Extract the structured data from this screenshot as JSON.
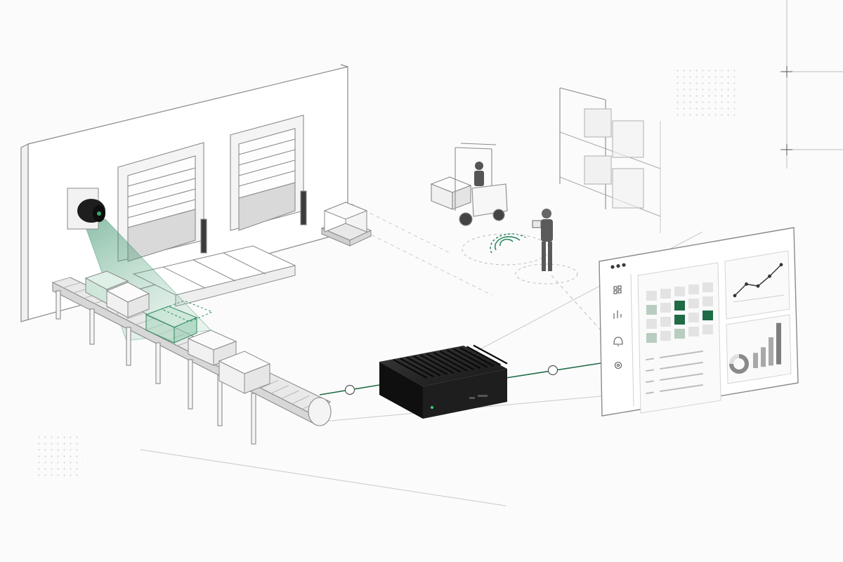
{
  "diagram": {
    "nodes": [
      {
        "id": "camera",
        "icon": "camera-icon"
      },
      {
        "id": "conveyor",
        "icon": "conveyor-icon"
      },
      {
        "id": "loading-dock-left",
        "icon": "roll-door-icon"
      },
      {
        "id": "loading-dock-right",
        "icon": "roll-door-icon"
      },
      {
        "id": "pallet",
        "icon": "pallet-boxes-icon"
      },
      {
        "id": "forklift",
        "icon": "forklift-icon"
      },
      {
        "id": "worker",
        "icon": "worker-tablet-icon"
      },
      {
        "id": "shelving",
        "icon": "shelving-icon"
      },
      {
        "id": "edge-device",
        "icon": "edge-computer-icon"
      },
      {
        "id": "dashboard",
        "icon": "dashboard-window-icon"
      }
    ],
    "edges": [
      {
        "from": "conveyor",
        "to": "edge-device",
        "style": "solid-green"
      },
      {
        "from": "edge-device",
        "to": "dashboard",
        "style": "solid-green"
      },
      {
        "from": "worker",
        "to": "dashboard",
        "style": "dashed-gray"
      },
      {
        "from": "forklift",
        "to": "worker",
        "style": "wireless-signal"
      }
    ],
    "dashboard": {
      "sidebar_icons": [
        "grid-icon",
        "chart-icon",
        "bell-icon",
        "gear-icon"
      ],
      "heatmap": [
        [
          0,
          0,
          0,
          0,
          0
        ],
        [
          1,
          0,
          3,
          0,
          0
        ],
        [
          0,
          0,
          3,
          0,
          3
        ],
        [
          1,
          0,
          1,
          0,
          0
        ]
      ],
      "line_trend": [
        0.15,
        0.45,
        0.35,
        0.6,
        0.9
      ],
      "bar_levels": [
        0.35,
        0.45,
        0.65,
        0.95
      ],
      "donut_fraction": 0.75,
      "list_rows": 4
    },
    "colors": {
      "accent": "#1f6b46",
      "accent_light": "#7fc3a1",
      "line_art": "#8a8a8a",
      "device": "#1c1c1c",
      "background": "#fbfbfb"
    }
  }
}
